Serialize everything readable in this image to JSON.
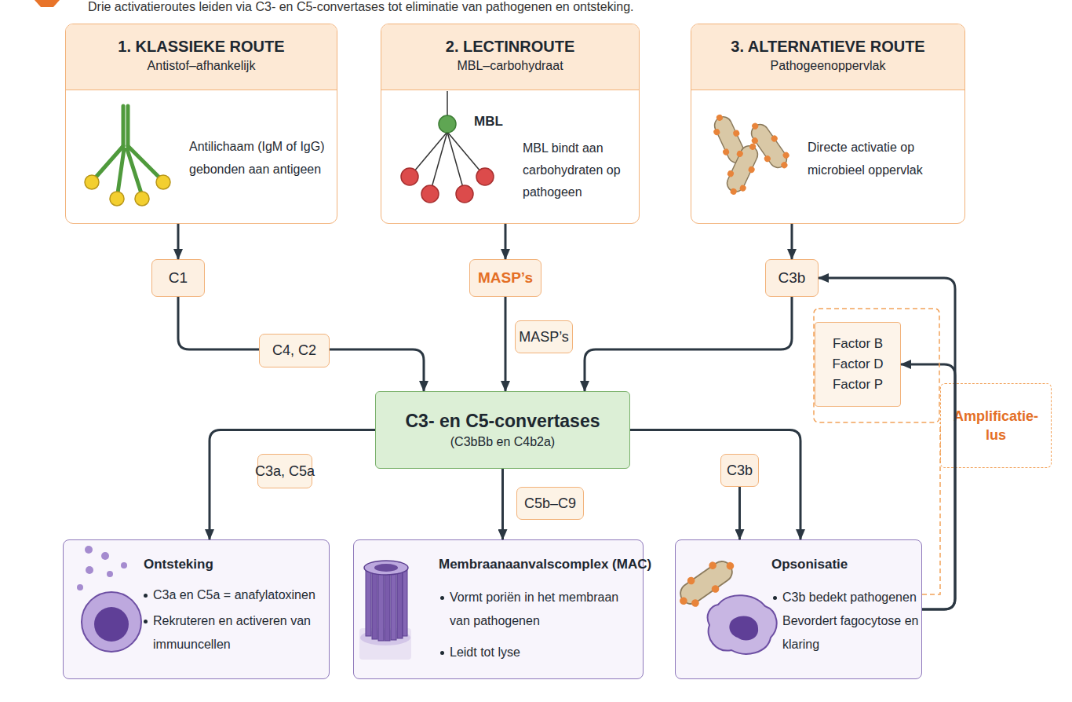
{
  "diagram": {
    "title": "Drie activatieroutes leiden via C3- en C5-convertases tot eliminatie van pathogenen en ontsteking.",
    "nodes": [
      {
        "text": [
          "1. KLASSIEKE ROUTE",
          "Antistof–afhankelijk",
          "Antilichaam (IgM of IgG) gebonden aan antigeen"
        ]
      },
      {
        "text": [
          "2. LECTINROUTE",
          "MBL–carbohydraat",
          "MBL",
          "MBL bindt aan carbohydraten op pathogeen"
        ]
      },
      {
        "text": [
          "3. ALTERNATIEVE ROUTE",
          "Pathogeenoppervlak",
          "Directe activatie op microbieel oppervlak"
        ]
      },
      {
        "text": [
          "C1"
        ]
      },
      {
        "text": [
          "MASP’s"
        ]
      },
      {
        "text": [
          "C3b"
        ]
      },
      {
        "text": [
          "Factor B",
          "Factor D",
          "Factor P"
        ]
      },
      {
        "text": [
          "C3- en C5-convertases",
          "(C3bBb en C4b2a)"
        ]
      },
      {
        "text": [
          "Amplificatie- lus"
        ]
      },
      {
        "text": [
          "C3b"
        ]
      },
      {
        "text": [
          "Ontsteking",
          "C3a en C5a = anafylatoxinen",
          "Rekruteren en activeren van immuuncellen"
        ]
      },
      {
        "text": [
          "Membraanaanvalscomplex (MAC)",
          "Vormt poriën in het membraan van pathogenen",
          "Leidt tot lyse"
        ]
      },
      {
        "text": [
          "Opsonisatie",
          "C3b bedekt pathogenen",
          "Bevordert fagocytose en klaring"
        ]
      }
    ],
    "edges": [
      {
        "from": 0,
        "to": 3,
        "arrow": "to"
      },
      {
        "from": 1,
        "to": 4,
        "arrow": "to"
      },
      {
        "from": 2,
        "to": 5,
        "arrow": "to"
      },
      {
        "from": 3,
        "to": 7,
        "label": "C4, C2",
        "arrow": "to"
      },
      {
        "from": 4,
        "to": 7,
        "label": "MASP’s",
        "arrow": "to"
      },
      {
        "from": 5,
        "to": 7,
        "arrow": "to"
      },
      {
        "from": 7,
        "to": 10,
        "label": "C3a, C5a",
        "arrow": "to"
      },
      {
        "from": 7,
        "to": 11,
        "label": "C5b–C9",
        "arrow": "to"
      },
      {
        "from": 7,
        "to": 12,
        "arrow": "to"
      },
      {
        "from": 9,
        "to": 12,
        "arrow": "to"
      },
      {
        "from": 12,
        "to": 5,
        "arrow": "to"
      },
      {
        "from": 12,
        "to": 6,
        "arrow": "to"
      }
    ]
  }
}
